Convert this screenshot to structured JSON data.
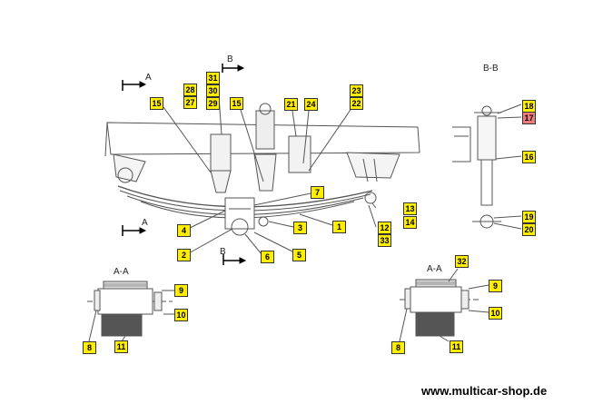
{
  "section_marks": {
    "a_top": "A",
    "b_top": "B",
    "a_bottom": "A",
    "b_bottom": "B"
  },
  "view_titles": {
    "aa_left": "A-A",
    "aa_right": "A-A",
    "bb": "B-B"
  },
  "watermark": "www.multicar-shop.de",
  "callouts": {
    "c15a": "15",
    "c28": "28",
    "c27": "27",
    "c31": "31",
    "c30": "30",
    "c29": "29",
    "c15b": "15",
    "c21": "21",
    "c24": "24",
    "c23": "23",
    "c22": "22",
    "c18": "18",
    "c17": "17",
    "c16": "16",
    "c19": "19",
    "c20": "20",
    "c7": "7",
    "c4": "4",
    "c2": "2",
    "c3": "3",
    "c1": "1",
    "c6": "6",
    "c5": "5",
    "c13": "13",
    "c14": "14",
    "c12": "12",
    "c33": "33",
    "c9a": "9",
    "c10a": "10",
    "c8a": "8",
    "c11a": "11",
    "c32": "32",
    "c9b": "9",
    "c10b": "10",
    "c8b": "8",
    "c11b": "11"
  },
  "highlight_color": "#f07c7c",
  "callout_color": "#ffee00"
}
